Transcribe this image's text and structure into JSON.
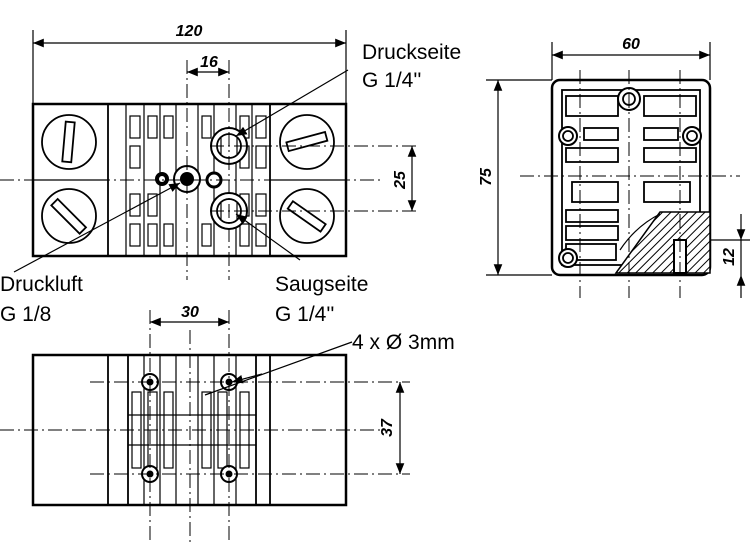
{
  "drawing": {
    "dimensions": {
      "width_total": "120",
      "port_spacing": "16",
      "saug_offset": "25",
      "side_width": "60",
      "side_height": "75",
      "side_base": "12",
      "hole_spacing_x": "30",
      "hole_spacing_y": "37"
    },
    "callouts": {
      "druckseite_name": "Druckseite",
      "druckseite_thread": "G 1/4''",
      "druckluft_name": "Druckluft",
      "druckluft_thread": "G 1/8",
      "saugseite_name": "Saugseite",
      "saugseite_thread": "G 1/4''",
      "holes": "4 x Ø 3mm"
    }
  }
}
